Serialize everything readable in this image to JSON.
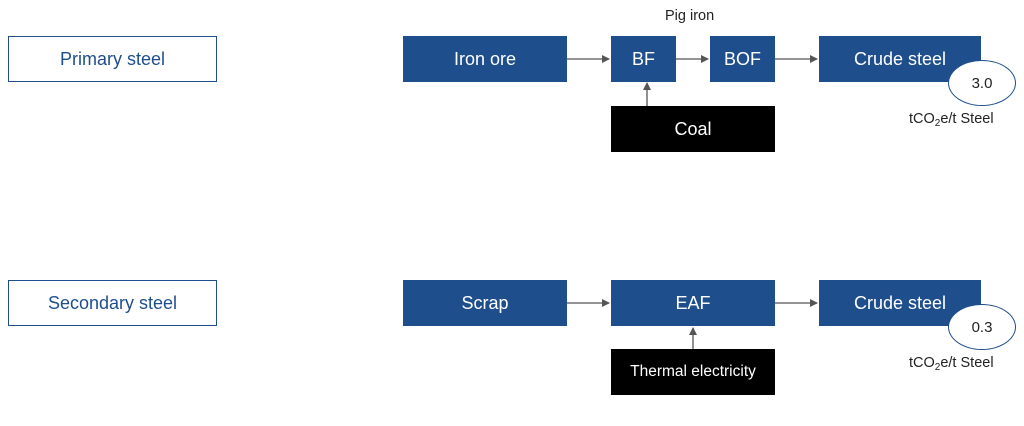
{
  "rows": {
    "primary": {
      "label": "Primary steel",
      "input": "Iron ore",
      "stage1": "BF",
      "stage2": "BOF",
      "output": "Crude steel",
      "side_input": "Coal",
      "annotation": "Pig iron",
      "emissions_value": "3.0"
    },
    "secondary": {
      "label": "Secondary steel",
      "input": "Scrap",
      "stage1": "EAF",
      "output": "Crude steel",
      "side_input": "Thermal electricity",
      "emissions_value": "0.3"
    }
  },
  "unit": {
    "prefix": "tCO",
    "subscript": "2",
    "suffix": "e/t Steel"
  },
  "colors": {
    "process_box": "#1f4e8c",
    "input_box": "#000000",
    "arrow": "#555555"
  }
}
